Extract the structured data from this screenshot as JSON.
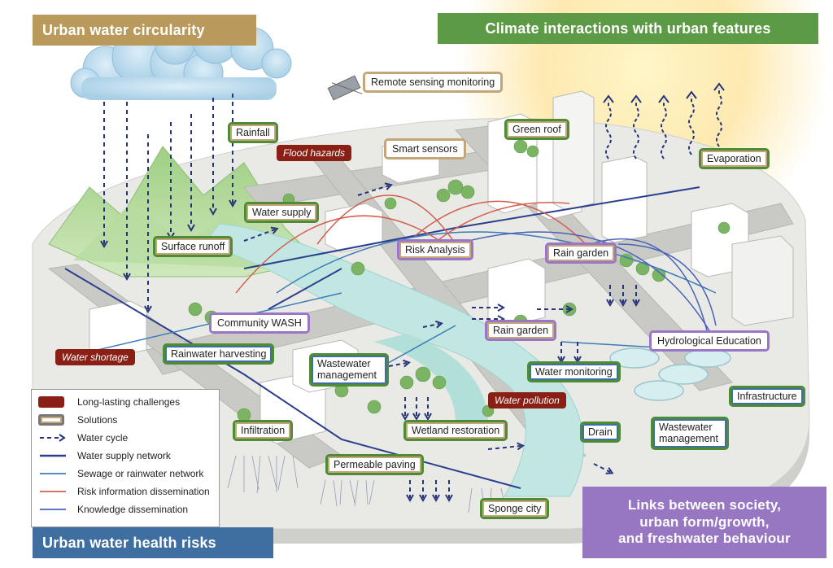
{
  "panels": {
    "urban_water_circularity": "Urban water circularity",
    "climate_interactions": "Climate interactions with urban features",
    "urban_water_health_risks": "Urban water health risks",
    "links_society": [
      "Links between society,",
      "urban form/growth,",
      "and freshwater behaviour"
    ]
  },
  "solutions": {
    "remote_sensing": "Remote sensing monitoring",
    "rainfall": "Rainfall",
    "smart_sensors": "Smart sensors",
    "green_roof": "Green roof",
    "evaporation": "Evaporation",
    "water_supply": "Water supply",
    "surface_runoff": "Surface runoff",
    "risk_analysis": "Risk Analysis",
    "rain_garden_top": "Rain garden",
    "community_wash": "Community WASH",
    "rain_garden_mid": "Rain garden",
    "hydrological_education": "Hydrological Education",
    "rainwater_harvesting": "Rainwater harvesting",
    "wastewater_management_left": "Wastewater management",
    "water_monitoring": "Water monitoring",
    "infrastructure": "Infrastructure",
    "infiltration": "Infiltration",
    "wetland_restoration": "Wetland restoration",
    "drain": "Drain",
    "wastewater_management_right": "Wastewater management",
    "permeable_paving": "Permeable paving",
    "sponge_city": "Sponge city"
  },
  "challenges": {
    "flood_hazards": "Flood hazards",
    "water_shortage": "Water shortage",
    "water_pollution": "Water pollution"
  },
  "legend": [
    {
      "label": "Long-lasting challenges",
      "symbol": "challenge"
    },
    {
      "label": "Solutions",
      "symbol": "solution"
    },
    {
      "label": "Water cycle",
      "symbol": "water-cycle"
    },
    {
      "label": "Water supply network",
      "symbol": "supply"
    },
    {
      "label": "Sewage or rainwater network",
      "symbol": "sewage"
    },
    {
      "label": "Risk information dissemination",
      "symbol": "risk"
    },
    {
      "label": "Knowledge dissemination",
      "symbol": "knowledge"
    }
  ],
  "colors": {
    "challenge": "#8a1f16",
    "solution_green": "#4d8c35",
    "solution_beige": "#c4a577",
    "solution_purple": "#9b76c6",
    "water_cycle": "#27347c",
    "supply": "#2b3f8e",
    "sewage": "#3b7cb8",
    "risk": "#d2604f",
    "knowledge": "#4a62b8"
  }
}
